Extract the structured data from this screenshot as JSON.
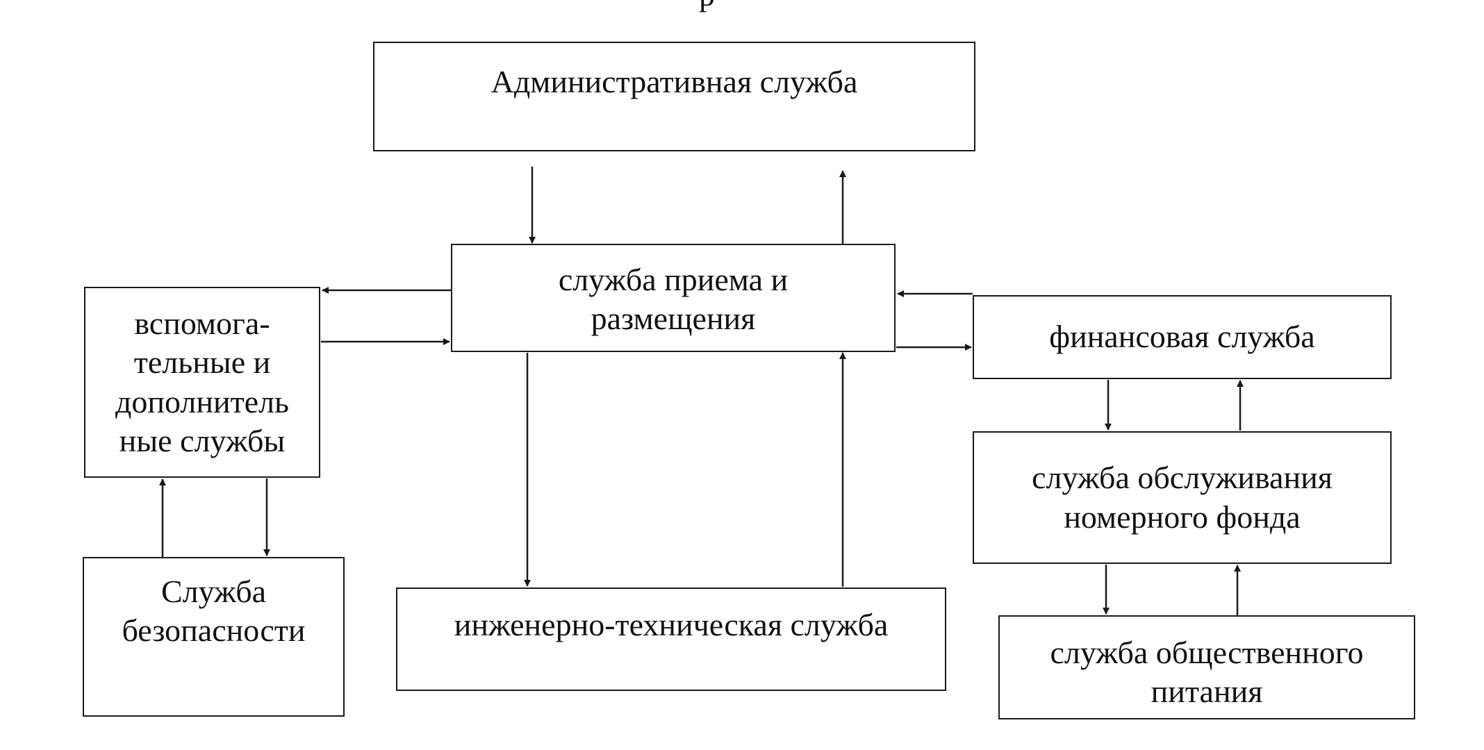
{
  "diagram": {
    "top_fragment": "р",
    "boxes": {
      "admin": {
        "lines": [
          "Административная служба"
        ]
      },
      "reception": {
        "lines": [
          "служба приема и",
          "размещения"
        ]
      },
      "auxiliary": {
        "lines": [
          "вспомога-",
          "тельные и",
          "дополнитель",
          "ные службы"
        ]
      },
      "security": {
        "lines": [
          "Служба",
          "безопасности"
        ]
      },
      "engineering": {
        "lines": [
          "инженерно-техническая служба"
        ]
      },
      "finance": {
        "lines": [
          "финансовая служба"
        ]
      },
      "housekeeping": {
        "lines": [
          "служба обслуживания",
          "номерного фонда"
        ]
      },
      "catering": {
        "lines": [
          "служба общественного",
          "питания"
        ]
      }
    },
    "connections": [
      {
        "from": "admin",
        "to": "reception"
      },
      {
        "from": "reception",
        "to": "admin"
      },
      {
        "from": "reception",
        "to": "auxiliary"
      },
      {
        "from": "auxiliary",
        "to": "reception"
      },
      {
        "from": "reception",
        "to": "engineering"
      },
      {
        "from": "engineering",
        "to": "reception"
      },
      {
        "from": "reception",
        "to": "finance"
      },
      {
        "from": "finance",
        "to": "reception"
      },
      {
        "from": "auxiliary",
        "to": "security"
      },
      {
        "from": "security",
        "to": "auxiliary"
      },
      {
        "from": "finance",
        "to": "housekeeping"
      },
      {
        "from": "housekeeping",
        "to": "finance"
      },
      {
        "from": "housekeeping",
        "to": "catering"
      },
      {
        "from": "catering",
        "to": "housekeeping"
      }
    ],
    "colors": {
      "ink": "#1a1a1a",
      "background": "#ffffff"
    }
  }
}
